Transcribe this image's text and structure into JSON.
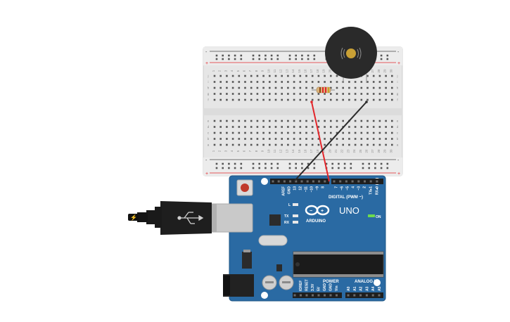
{
  "board": {
    "model": "UNO",
    "brand": "ARDUINO",
    "digital_label": "DIGITAL (PWM ~)",
    "power_label": "POWER",
    "analog_label": "ANALOG IN",
    "on_label": "ON",
    "l_label": "L",
    "tx_label": "TX",
    "rx_label": "RX",
    "top_pin_labels": [
      "AREF",
      "GND",
      "13",
      "12",
      "~11",
      "~10",
      "~9",
      "8",
      "7",
      "~6",
      "~5",
      "4",
      "~3",
      "2",
      "TX▸1",
      "RX◂0"
    ],
    "power_pin_labels": [
      "IOREF",
      "RESET",
      "3.3V",
      "5V",
      "GND",
      "GND",
      "Vin"
    ],
    "analog_pin_labels": [
      "A0",
      "A1",
      "A2",
      "A3",
      "A4",
      "A5"
    ]
  },
  "breadboard": {
    "rows_top": [
      "j",
      "i",
      "h",
      "g",
      "f"
    ],
    "rows_bottom": [
      "e",
      "d",
      "c",
      "b",
      "a"
    ],
    "columns": [
      "1",
      "2",
      "3",
      "4",
      "5",
      "6",
      "7",
      "8",
      "9",
      "10",
      "11",
      "12",
      "13",
      "14",
      "15",
      "16",
      "17",
      "18",
      "19",
      "20",
      "21",
      "22",
      "23",
      "24",
      "25",
      "26",
      "27",
      "28",
      "29",
      "30"
    ],
    "rail_minus": "-",
    "rail_plus": "+"
  },
  "colors": {
    "board": "#2a6aa3",
    "wire_red": "#e3262b",
    "wire_black": "#2b2b2b",
    "breadboard": "#e6e6e6",
    "buzzer": "#2a2a2a"
  },
  "icons": {
    "usb": "usb-icon",
    "buzzer": "sound-icon",
    "logo": "infinity-logo-icon"
  }
}
